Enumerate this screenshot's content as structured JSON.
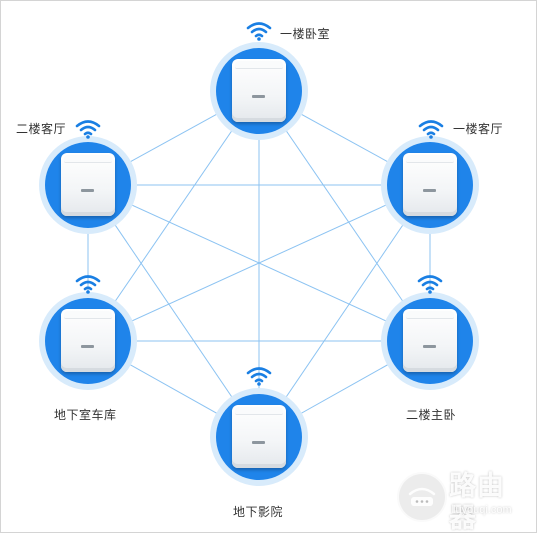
{
  "diagram": {
    "nodes": [
      {
        "id": "n1",
        "label": "一楼卧室"
      },
      {
        "id": "n2",
        "label": "一楼客厅"
      },
      {
        "id": "n3",
        "label": "二楼主卧"
      },
      {
        "id": "n4",
        "label": "地下影院"
      },
      {
        "id": "n5",
        "label": "地下室车库"
      },
      {
        "id": "n6",
        "label": "二楼客厅"
      }
    ],
    "links": "full-mesh",
    "icons": {
      "signal": "wifi-icon",
      "device": "mesh-router-unit"
    },
    "colors": {
      "link": "#8cc3f2",
      "node_disc": "#1f84ea",
      "node_halo": "#d8ebfb",
      "wifi": "#1a7fe3",
      "label": "#333333"
    }
  },
  "watermark": {
    "name": "路由器",
    "url": "luyouqi.com"
  }
}
